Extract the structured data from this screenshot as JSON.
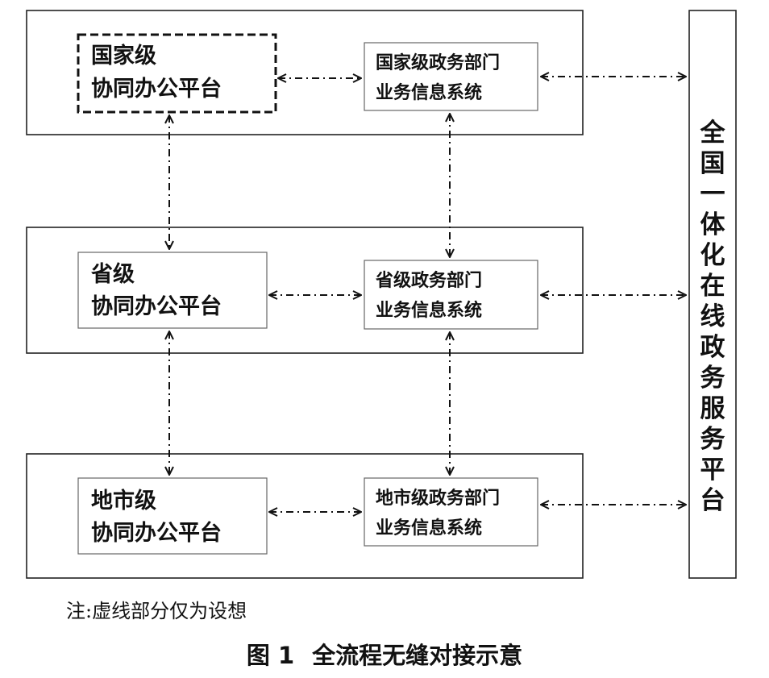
{
  "levels": [
    {
      "platform": {
        "line1": "国家级",
        "line2": "协同办公平台",
        "dashed": true
      },
      "system": {
        "line1": "国家级政务部门",
        "line2": "业务信息系统"
      }
    },
    {
      "platform": {
        "line1": "省级",
        "line2": "协同办公平台",
        "dashed": false
      },
      "system": {
        "line1": "省级政务部门",
        "line2": "业务信息系统"
      }
    },
    {
      "platform": {
        "line1": "地市级",
        "line2": "协同办公平台",
        "dashed": false
      },
      "system": {
        "line1": "地市级政务部门",
        "line2": "业务信息系统"
      }
    }
  ],
  "national_platform": {
    "label": "全国一体化在线政务服务平台"
  },
  "note": "注:虚线部分仅为设想",
  "caption": {
    "number": "图 1",
    "title": "全流程无缝对接示意"
  }
}
